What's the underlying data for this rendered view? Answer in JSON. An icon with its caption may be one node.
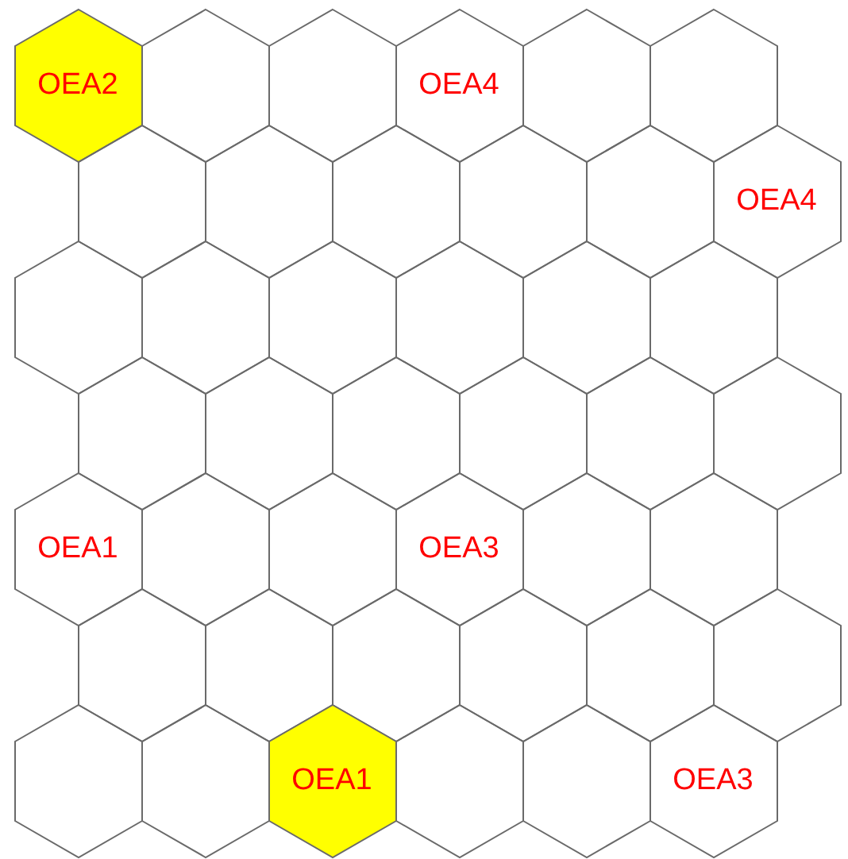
{
  "diagram": {
    "nodes": [
      {
        "text": [
          "OEA2"
        ]
      },
      {
        "text": [],
        "shape": "hexagon"
      },
      {
        "text": [],
        "shape": "hexagon"
      },
      {
        "text": [
          "OEA4"
        ]
      },
      {
        "text": [],
        "shape": "hexagon"
      },
      {
        "text": [],
        "shape": "hexagon"
      },
      {
        "text": [],
        "shape": "hexagon"
      },
      {
        "text": [],
        "shape": "hexagon"
      },
      {
        "text": [],
        "shape": "hexagon"
      },
      {
        "text": [],
        "shape": "hexagon"
      },
      {
        "text": [],
        "shape": "hexagon"
      },
      {
        "text": [
          "OEA4"
        ]
      },
      {
        "text": [],
        "shape": "hexagon"
      },
      {
        "text": [],
        "shape": "hexagon"
      },
      {
        "text": [],
        "shape": "hexagon"
      },
      {
        "text": [],
        "shape": "hexagon"
      },
      {
        "text": [],
        "shape": "hexagon"
      },
      {
        "text": [],
        "shape": "hexagon"
      },
      {
        "text": [],
        "shape": "hexagon"
      },
      {
        "text": [],
        "shape": "hexagon"
      },
      {
        "text": [],
        "shape": "hexagon"
      },
      {
        "text": [],
        "shape": "hexagon"
      },
      {
        "text": [],
        "shape": "hexagon"
      },
      {
        "text": [],
        "shape": "hexagon"
      },
      {
        "text": [
          "OEA1"
        ]
      },
      {
        "text": [],
        "shape": "hexagon"
      },
      {
        "text": [],
        "shape": "hexagon"
      },
      {
        "text": [
          "OEA3"
        ]
      },
      {
        "text": [],
        "shape": "hexagon"
      },
      {
        "text": [],
        "shape": "hexagon"
      },
      {
        "text": [],
        "shape": "hexagon"
      },
      {
        "text": [],
        "shape": "hexagon"
      },
      {
        "text": [],
        "shape": "hexagon"
      },
      {
        "text": [],
        "shape": "hexagon"
      },
      {
        "text": [],
        "shape": "hexagon"
      },
      {
        "text": [],
        "shape": "hexagon"
      },
      {
        "text": [],
        "shape": "hexagon"
      },
      {
        "text": [],
        "shape": "hexagon"
      },
      {
        "text": [
          "OEA1"
        ]
      },
      {
        "text": [],
        "shape": "hexagon"
      },
      {
        "text": [],
        "shape": "hexagon"
      },
      {
        "text": [
          "OEA3"
        ]
      }
    ]
  }
}
